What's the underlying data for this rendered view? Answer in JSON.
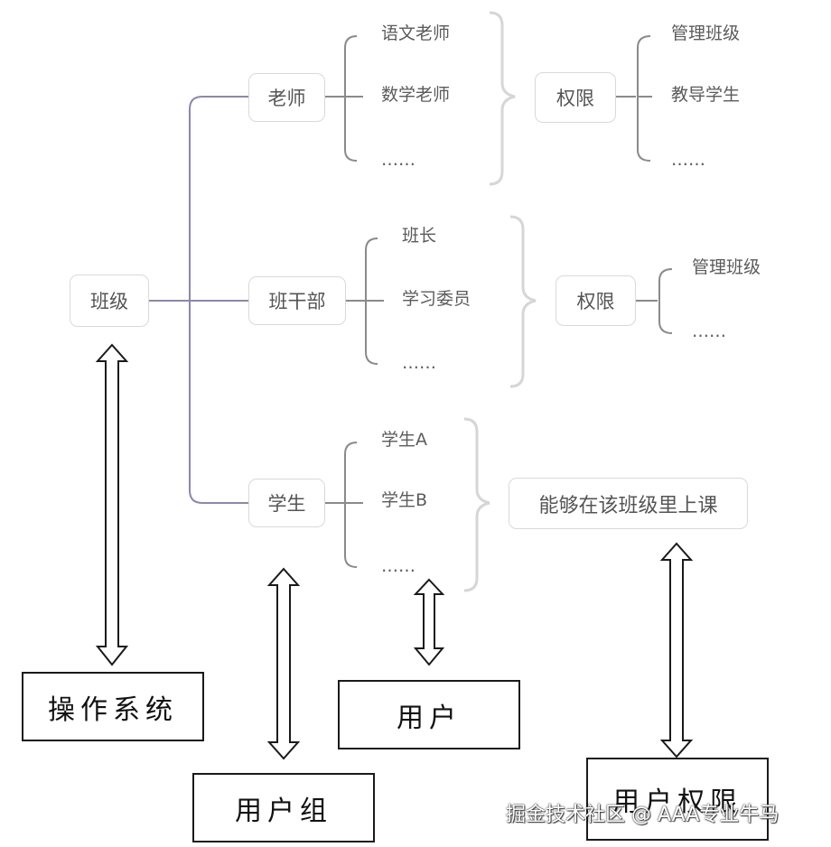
{
  "root": {
    "label": "班级"
  },
  "groups": [
    {
      "label": "老师",
      "members": [
        "语文老师",
        "数学老师",
        "……"
      ],
      "target_label": "权限",
      "permissions": [
        "管理班级",
        "教导学生",
        "……"
      ]
    },
    {
      "label": "班干部",
      "members": [
        "班长",
        "学习委员",
        "……"
      ],
      "target_label": "权限",
      "permissions": [
        "管理班级",
        "……"
      ]
    },
    {
      "label": "学生",
      "members": [
        "学生A",
        "学生B",
        "……"
      ],
      "target_label": "能够在该班级里上课",
      "permissions": []
    }
  ],
  "legend_boxes": {
    "os": "操作系统",
    "user_group": "用户组",
    "user": "用户",
    "user_permission": "用户权限"
  },
  "watermark": "掘金技术社区 @ AAA专业牛马",
  "colors": {
    "tree_line": "#8e86ad",
    "bracket_line": "#8a8a8a",
    "brace": "#d6d6d6",
    "node_border": "#d9d9d9",
    "node_text": "#555555",
    "arrow": "#1a1a1a"
  }
}
